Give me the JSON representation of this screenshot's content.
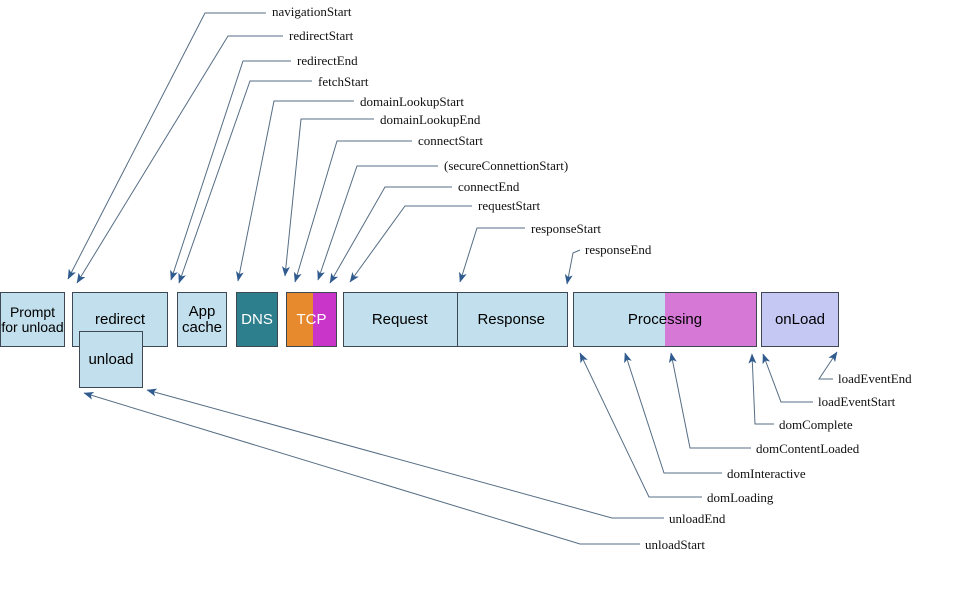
{
  "colors": {
    "light_blue": "#c1dfec",
    "teal": "#2e7f8d",
    "orange": "#e7892d",
    "magenta": "#c935c9",
    "orchid": "#d678d6",
    "lavender": "#c6c8f4",
    "border": "#3d4852",
    "line": "#566d84",
    "arrow": "#2f5b8f"
  },
  "boxes": {
    "prompt_for_unload": "Prompt for unload",
    "redirect": "redirect",
    "unload": "unload",
    "app_cache": "App cache",
    "dns": "DNS",
    "tcp": "TCP",
    "request": "Request",
    "response": "Response",
    "processing": "Processing",
    "onload": "onLoad"
  },
  "event_labels": {
    "navigationStart": "navigationStart",
    "redirectStart": "redirectStart",
    "redirectEnd": "redirectEnd",
    "fetchStart": "fetchStart",
    "domainLookupStart": "domainLookupStart",
    "domainLookupEnd": "domainLookupEnd",
    "connectStart": "connectStart",
    "secureConnectionStart": "(secureConnettionStart)",
    "connectEnd": "connectEnd",
    "requestStart": "requestStart",
    "responseStart": "responseStart",
    "responseEnd": "responseEnd",
    "loadEventEnd": "loadEventEnd",
    "loadEventStart": "loadEventStart",
    "domComplete": "domComplete",
    "domContentLoaded": "domContentLoaded",
    "domInteractive": "domInteractive",
    "domLoading": "domLoading",
    "unloadEnd": "unloadEnd",
    "unloadStart": "unloadStart"
  }
}
